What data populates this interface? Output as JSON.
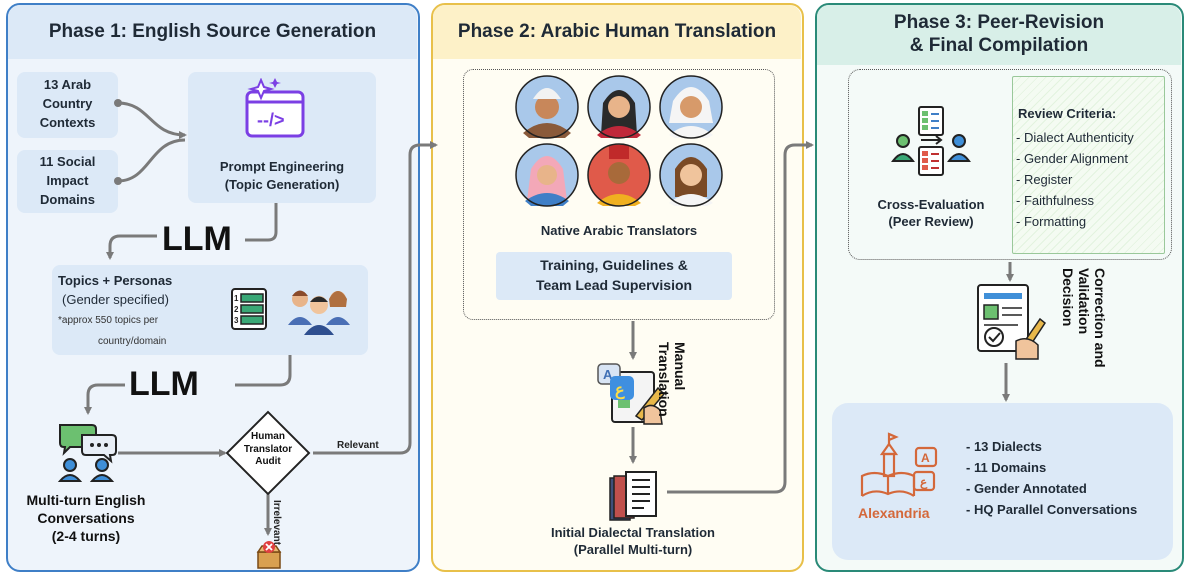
{
  "colors": {
    "phase1": "#3f7fc7",
    "phase2": "#e8c04a",
    "phase3": "#2a8a78"
  },
  "phase1": {
    "title": "Phase 1: English Source Generation",
    "country_contexts": [
      "13 Arab",
      "Country",
      "Contexts"
    ],
    "social_domains": [
      "11 Social",
      "Impact",
      "Domains"
    ],
    "prompt_title": "Prompt Engineering",
    "prompt_sub": "(Topic Generation)",
    "llm_1": "LLM",
    "topics_title": "Topics + Personas",
    "topics_sub": "(Gender specified)",
    "topics_note_1": "*approx 550 topics per",
    "topics_note_2": "country/domain",
    "llm_2": "LLM",
    "conv_label": [
      "Multi-turn English",
      "Conversations",
      "(2-4 turns)"
    ],
    "audit_label": [
      "Human",
      "Translator",
      "Audit"
    ],
    "relevant": "Relevant",
    "irrelevant": "Irrelevant"
  },
  "phase2": {
    "title": "Phase 2: Arabic Human Translation",
    "translators_label": "Native Arabic Translators",
    "training_1": "Training, Guidelines &",
    "training_2": "Team Lead Supervision",
    "manual": [
      "Manual",
      "Translation"
    ],
    "initial_1": "Initial Dialectal Translation",
    "initial_2": "(Parallel Multi-turn)"
  },
  "phase3": {
    "title_1": "Phase 3: Peer-Revision",
    "title_2": "& Final Compilation",
    "cross_1": "Cross-Evaluation",
    "cross_2": "(Peer Review)",
    "criteria_title": "Review Criteria:",
    "criteria": [
      "- Dialect  Authenticity",
      "- Gender Alignment",
      "- Register",
      "- Faithfulness",
      "- Formatting"
    ],
    "correction": [
      "Correction and",
      "Validation",
      "Decision"
    ],
    "alexandria": "Alexandria",
    "final_items": [
      "- 13 Dialects",
      "- 11 Domains",
      "- Gender Annotated",
      "- HQ Parallel Conversations"
    ]
  }
}
